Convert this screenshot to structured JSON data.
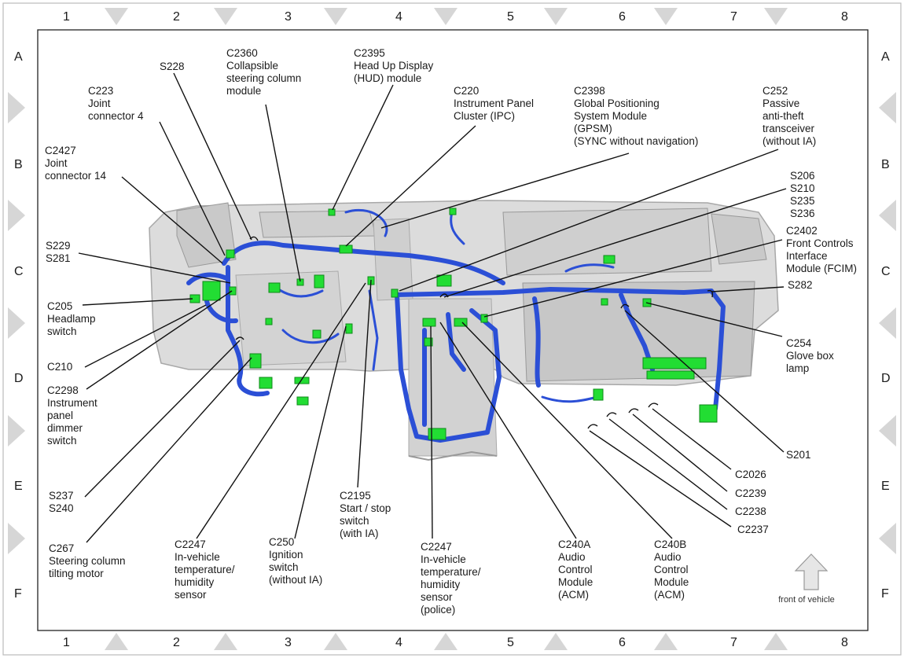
{
  "grid": {
    "columns": [
      "1",
      "2",
      "3",
      "4",
      "5",
      "6",
      "7",
      "8"
    ],
    "rows": [
      "A",
      "B",
      "C",
      "D",
      "E",
      "F"
    ]
  },
  "colors": {
    "harness": "#2b4fd6",
    "connector": "#22dd33",
    "dash": "#d9d9d9"
  },
  "footer": {
    "arrow_label": "front of vehicle"
  },
  "labels": [
    {
      "id": "s228",
      "lines": [
        "S228"
      ]
    },
    {
      "id": "c223",
      "lines": [
        "C223",
        "Joint",
        "connector 4"
      ]
    },
    {
      "id": "c2360",
      "lines": [
        "C2360",
        "Collapsible",
        "steering column",
        "module"
      ]
    },
    {
      "id": "c2395",
      "lines": [
        "C2395",
        "Head Up Display",
        "(HUD) module"
      ]
    },
    {
      "id": "c220",
      "lines": [
        "C220",
        "Instrument Panel",
        "Cluster (IPC)"
      ]
    },
    {
      "id": "c2398",
      "lines": [
        "C2398",
        "Global Positioning",
        "System Module",
        "(GPSM)",
        "(SYNC without navigation)"
      ]
    },
    {
      "id": "c252",
      "lines": [
        "C252",
        "Passive",
        "anti-theft",
        "transceiver",
        "(without IA)"
      ]
    },
    {
      "id": "c2427",
      "lines": [
        "C2427",
        "Joint",
        "connector 14"
      ]
    },
    {
      "id": "s206",
      "lines": [
        "S206",
        "S210",
        "S235",
        "S236"
      ]
    },
    {
      "id": "c2402",
      "lines": [
        "C2402",
        "Front Controls",
        "Interface",
        "Module (FCIM)"
      ]
    },
    {
      "id": "s229",
      "lines": [
        "S229",
        "S281"
      ]
    },
    {
      "id": "c205",
      "lines": [
        "C205",
        "Headlamp",
        "switch"
      ]
    },
    {
      "id": "s282",
      "lines": [
        "S282"
      ]
    },
    {
      "id": "c254",
      "lines": [
        "C254",
        "Glove box",
        "lamp"
      ]
    },
    {
      "id": "c210",
      "lines": [
        "C210"
      ]
    },
    {
      "id": "c2298",
      "lines": [
        "C2298",
        "Instrument",
        "panel",
        "dimmer",
        "switch"
      ]
    },
    {
      "id": "s201",
      "lines": [
        "S201"
      ]
    },
    {
      "id": "c2026",
      "lines": [
        "C2026"
      ]
    },
    {
      "id": "s237",
      "lines": [
        "S237",
        "S240"
      ]
    },
    {
      "id": "c2239",
      "lines": [
        "C2239"
      ]
    },
    {
      "id": "c2195",
      "lines": [
        "C2195",
        "Start / stop",
        "switch",
        "(with IA)"
      ]
    },
    {
      "id": "c2238",
      "lines": [
        "C2238"
      ]
    },
    {
      "id": "c2237",
      "lines": [
        "C2237"
      ]
    },
    {
      "id": "c267",
      "lines": [
        "C267",
        "Steering column",
        "tilting motor"
      ]
    },
    {
      "id": "c2247a",
      "lines": [
        "C2247",
        "In-vehicle",
        "temperature/",
        "humidity",
        "sensor"
      ]
    },
    {
      "id": "c250",
      "lines": [
        "C250",
        "Ignition",
        "switch",
        "(without IA)"
      ]
    },
    {
      "id": "c2247b",
      "lines": [
        "C2247",
        "In-vehicle",
        "temperature/",
        "humidity",
        "sensor",
        "(police)"
      ]
    },
    {
      "id": "c240a",
      "lines": [
        "C240A",
        "Audio",
        "Control",
        "Module",
        "(ACM)"
      ]
    },
    {
      "id": "c240b",
      "lines": [
        "C240B",
        "Audio",
        "Control",
        "Module",
        "(ACM)"
      ]
    }
  ]
}
